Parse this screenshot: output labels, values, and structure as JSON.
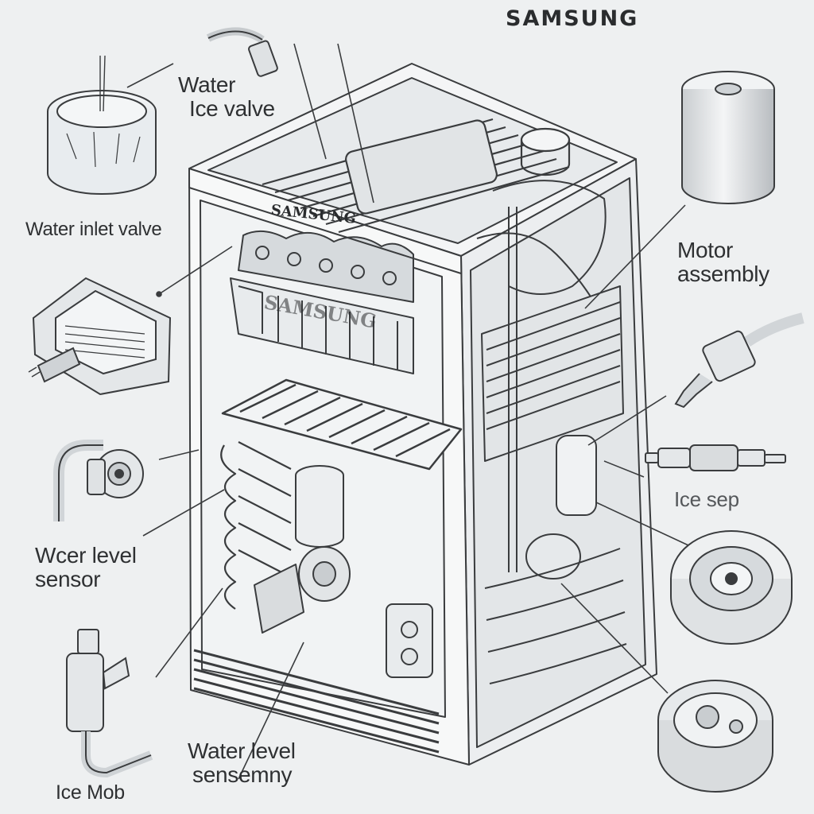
{
  "brand": {
    "header_logo": "SAMSUNG",
    "unit_logo": "SAMSUNG",
    "tray_logo": "SAMSUNG"
  },
  "labels": {
    "water_ice_valve_line1": "Water",
    "water_ice_valve_line2": "Ice valve",
    "water_inlet_valve": "Water inlet valve",
    "motor_assembly_line1": "Motor",
    "motor_assembly_line2": "assembly",
    "ice_sep": "Ice sep",
    "water_level_sensor_line1": "Wcer level",
    "water_level_sensor_line2": "sensor",
    "water_level_sensemny_line1": "Water level",
    "water_level_sensemny_line2": "sensemny",
    "ice_mob": "Ice Mob"
  },
  "icons": {
    "top_left": "water-basin-icon",
    "left_upper": "inlet-valve-icon",
    "left_middle": "pipe-pump-icon",
    "left_lower": "vertical-valve-icon",
    "right_top": "filter-cylinder-icon",
    "right_upper": "sensor-probe-icon",
    "right_middle": "spark-connector-icon",
    "right_lower": "motor-ring-icon",
    "right_bottom": "gear-motor-icon"
  },
  "colors": {
    "background": "#eef0f1",
    "line_art": "#3a3c3e",
    "panel_fill": "#f7f8f8",
    "metal_fill": "#d9dcde"
  }
}
